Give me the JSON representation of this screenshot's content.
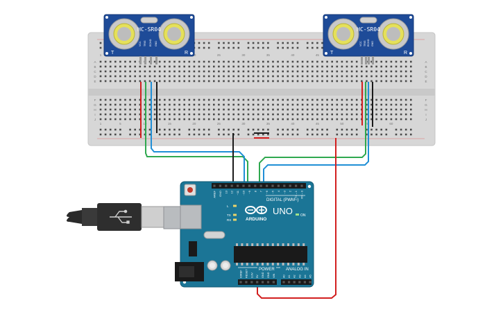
{
  "sensors": [
    {
      "id": "left",
      "model": "HC-SR04",
      "label_t": "T",
      "label_r": "R",
      "pins": [
        "VCC",
        "TRIG",
        "ECHO",
        "GND"
      ]
    },
    {
      "id": "right",
      "model": "HC-SR04",
      "label_t": "T",
      "label_r": "R",
      "pins": [
        "VCC",
        "TRIG",
        "ECHO",
        "GND"
      ]
    }
  ],
  "breadboard": {
    "row_letters_top": [
      "A",
      "B",
      "C",
      "D",
      "E"
    ],
    "row_letters_bottom": [
      "F",
      "G",
      "H",
      "I",
      "J"
    ],
    "column_numbers": [
      "1",
      "5",
      "10",
      "15",
      "20",
      "25",
      "30",
      "35",
      "40",
      "45",
      "50",
      "55",
      "60"
    ]
  },
  "arduino": {
    "brand": "ARDUINO",
    "model": "UNO",
    "digital_label": "DIGITAL (PWM~)",
    "power_label": "POWER",
    "analog_label": "ANALOG IN",
    "on_label": "ON",
    "led_labels": [
      "L",
      "TX",
      "RX"
    ],
    "top_pins": [
      "AREF",
      "GND",
      "13",
      "12",
      "~11",
      "~10",
      "~9",
      "8",
      "7",
      "~6",
      "~5",
      "4",
      "~3",
      "2",
      "TX→1",
      "RX←0"
    ],
    "power_pins": [
      "IOREF",
      "RESET",
      "3.3V",
      "5V",
      "GND",
      "GND",
      "VIN"
    ],
    "analog_pins": [
      "A0",
      "A1",
      "A2",
      "A3",
      "A4",
      "A5"
    ]
  },
  "wire_colors": {
    "power": "#d21f1f",
    "ground": "#1a1a1a",
    "trig": "#2fa84f",
    "echo": "#1f8fd6"
  }
}
